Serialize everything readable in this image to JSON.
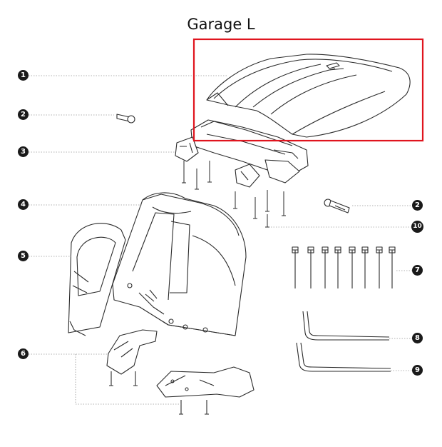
{
  "title": "Garage L",
  "callouts": {
    "c1": "1",
    "c2a": "2",
    "c2b": "2",
    "c3": "3",
    "c4": "4",
    "c5": "5",
    "c6": "6",
    "c7": "7",
    "c8": "8",
    "c9": "9",
    "c10": "10"
  },
  "highlight_color": "#e0141e",
  "line_color": "#999999",
  "callout_color": "#1a1a1a"
}
